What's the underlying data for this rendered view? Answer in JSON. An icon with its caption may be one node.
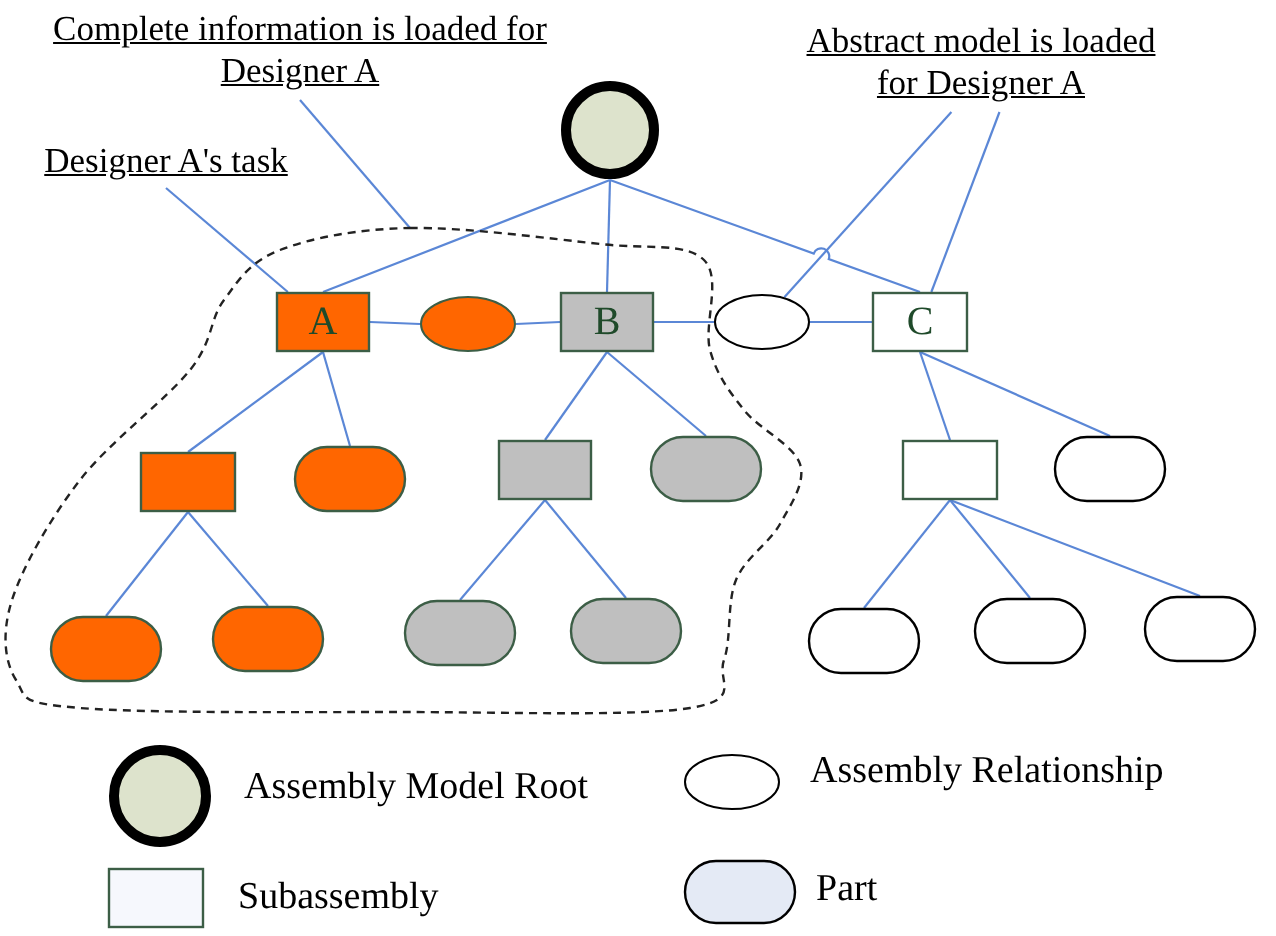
{
  "diagram": {
    "nodes": [
      {
        "text": [
          "Complete information is loaded for Designer A"
        ]
      },
      {
        "text": [
          "Designer A's task"
        ]
      },
      {
        "text": [
          "Abstract model is loaded for Designer A"
        ]
      },
      {
        "text": [],
        "shape": "circle"
      },
      {
        "text": [],
        "shape": "region"
      },
      {
        "text": [
          "A"
        ],
        "in": 4
      },
      {
        "text": [],
        "shape": "ellipse",
        "in": 4
      },
      {
        "text": [
          "B"
        ],
        "in": 4
      },
      {
        "text": [],
        "shape": "ellipse"
      },
      {
        "text": [
          "C"
        ]
      },
      {
        "text": [],
        "shape": "box",
        "in": 4
      },
      {
        "text": [],
        "shape": "pill",
        "in": 4
      },
      {
        "text": [],
        "shape": "box",
        "in": 4
      },
      {
        "text": [],
        "shape": "pill",
        "in": 4
      },
      {
        "text": [],
        "shape": "box"
      },
      {
        "text": [],
        "shape": "pill"
      },
      {
        "text": [],
        "shape": "pill",
        "in": 4
      },
      {
        "text": [],
        "shape": "pill",
        "in": 4
      },
      {
        "text": [],
        "shape": "pill",
        "in": 4
      },
      {
        "text": [],
        "shape": "pill",
        "in": 4
      },
      {
        "text": [],
        "shape": "pill"
      },
      {
        "text": [],
        "shape": "pill"
      },
      {
        "text": [],
        "shape": "pill"
      }
    ],
    "edges": [
      {
        "from": 3,
        "to": 5,
        "arrow": "none"
      },
      {
        "from": 3,
        "to": 7,
        "arrow": "none"
      },
      {
        "from": 3,
        "to": 9,
        "arrow": "none"
      },
      {
        "from": 5,
        "to": 6,
        "arrow": "none"
      },
      {
        "from": 6,
        "to": 7,
        "arrow": "none"
      },
      {
        "from": 7,
        "to": 8,
        "arrow": "none"
      },
      {
        "from": 8,
        "to": 9,
        "arrow": "none"
      },
      {
        "from": 5,
        "to": 10,
        "arrow": "none"
      },
      {
        "from": 5,
        "to": 11,
        "arrow": "none"
      },
      {
        "from": 7,
        "to": 12,
        "arrow": "none"
      },
      {
        "from": 7,
        "to": 13,
        "arrow": "none"
      },
      {
        "from": 9,
        "to": 14,
        "arrow": "none"
      },
      {
        "from": 9,
        "to": 15,
        "arrow": "none"
      },
      {
        "from": 10,
        "to": 16,
        "arrow": "none"
      },
      {
        "from": 10,
        "to": 17,
        "arrow": "none"
      },
      {
        "from": 12,
        "to": 18,
        "arrow": "none"
      },
      {
        "from": 12,
        "to": 19,
        "arrow": "none"
      },
      {
        "from": 14,
        "to": 20,
        "arrow": "none"
      },
      {
        "from": 14,
        "to": 21,
        "arrow": "none"
      },
      {
        "from": 14,
        "to": 22,
        "arrow": "none"
      },
      {
        "from": 0,
        "to": 4,
        "arrow": "none"
      },
      {
        "from": 1,
        "to": 5,
        "arrow": "none"
      },
      {
        "from": 2,
        "to": 8,
        "arrow": "none"
      },
      {
        "from": 2,
        "to": 9,
        "arrow": "none"
      }
    ],
    "legend": [
      {
        "text": "Assembly Model Root"
      },
      {
        "text": "Assembly Relationship"
      },
      {
        "text": "Subassembly"
      },
      {
        "text": "Part"
      }
    ]
  }
}
